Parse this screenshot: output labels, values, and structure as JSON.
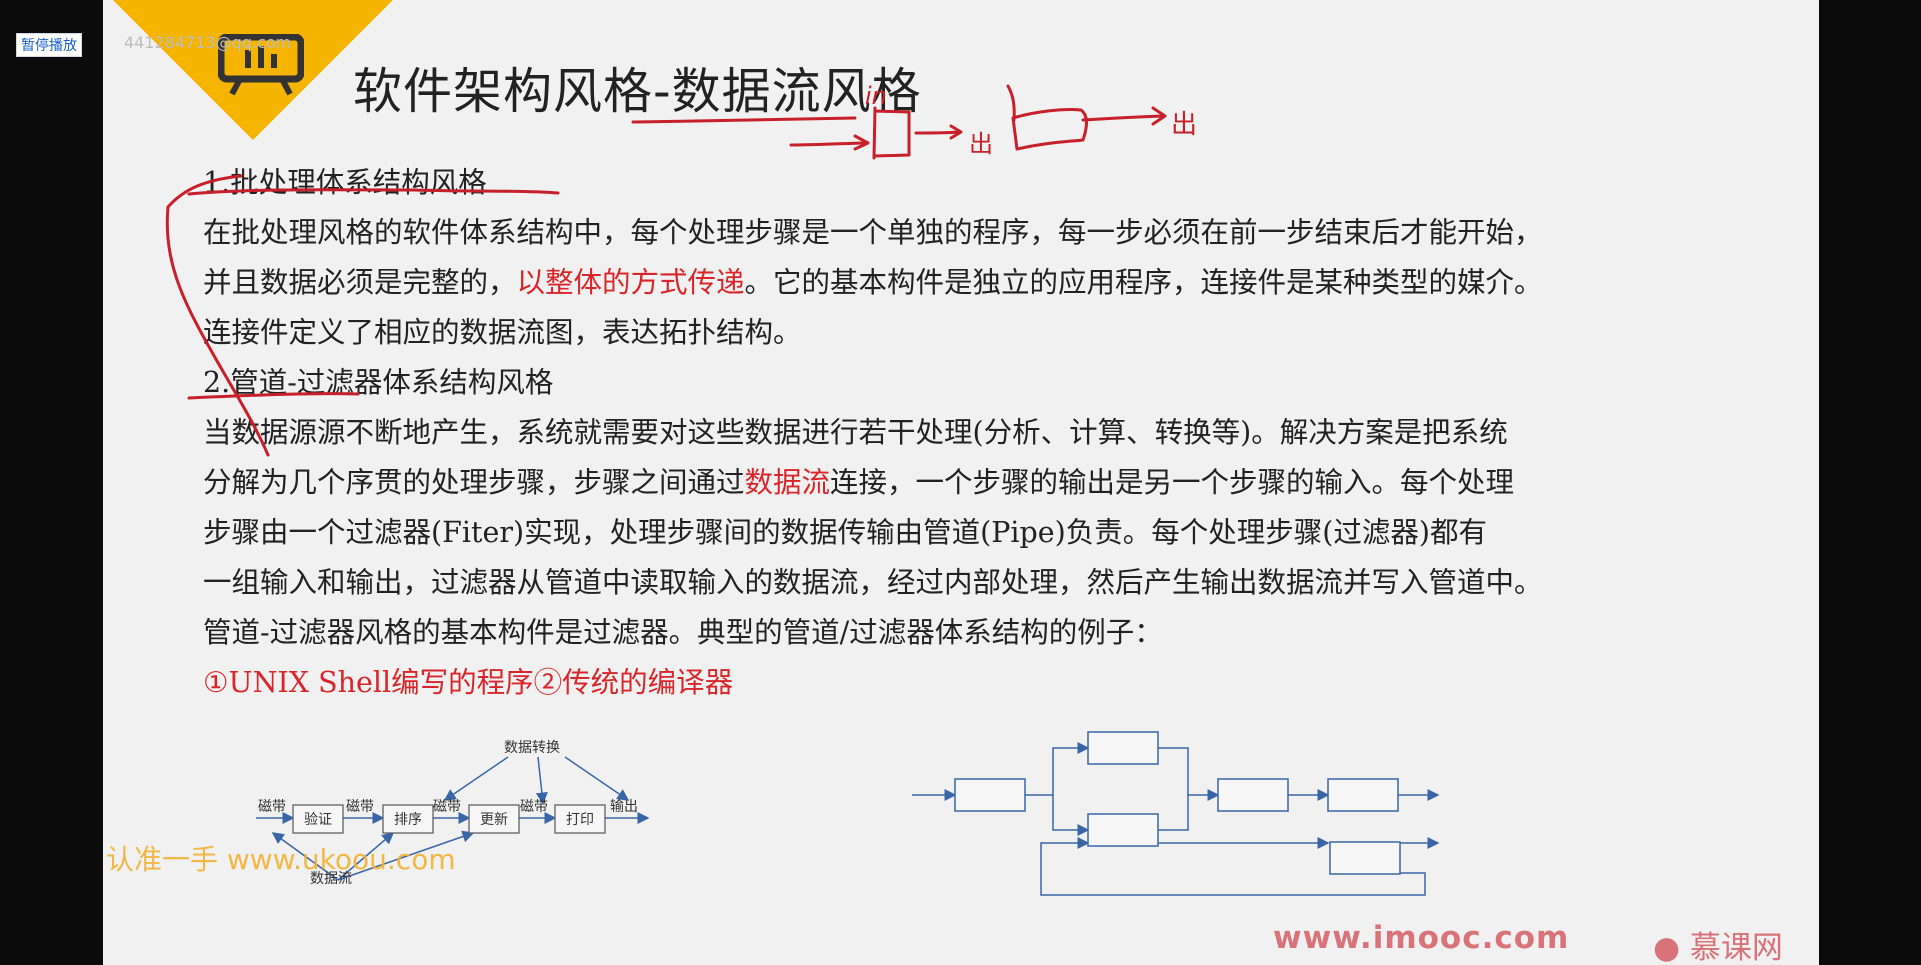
{
  "overlay": {
    "pause_label": "暂停播放",
    "qq_watermark": "441284713@qq.com"
  },
  "slide": {
    "title": "软件架构风格-数据流风格",
    "section1": {
      "heading": "1.批处理体系结构风格",
      "line1": "在批处理风格的软件体系结构中，每个处理步骤是一个单独的程序，每一步必须在前一步结束后才能开始，",
      "line2_before": "并且数据必须是完整的，",
      "line2_highlight": "以整体的方式传递",
      "line2_after": "。它的基本构件是独立的应用程序，连接件是某种类型的媒介。",
      "line3": "连接件定义了相应的数据流图，表达拓扑结构。"
    },
    "section2": {
      "heading": "2.管道-过滤器体系结构风格",
      "line1": "当数据源源不断地产生，系统就需要对这些数据进行若干处理(分析、计算、转换等)。解决方案是把系统",
      "line2_before": "分解为几个序贯的处理步骤，步骤之间通过",
      "line2_highlight": "数据流",
      "line2_after": "连接，一个步骤的输出是另一个步骤的输入。每个处理",
      "line3": "步骤由一个过滤器(Fiter)实现，处理步骤间的数据传输由管道(Pipe)负责。每个处理步骤(过滤器)都有",
      "line4": "一组输入和输出，过滤器从管道中读取输入的数据流，经过内部处理，然后产生输出数据流并写入管道中。",
      "line5": "管道-过滤器风格的基本构件是过滤器。典型的管道/过滤器体系结构的例子：",
      "examples": "①UNIX Shell编写的程序②传统的编译器"
    },
    "batch_diagram": {
      "tape_labels": [
        "磁带",
        "磁带",
        "磁带",
        "磁带"
      ],
      "boxes": [
        "验证",
        "排序",
        "更新",
        "打印"
      ],
      "output_label": "输出",
      "transform_label": "数据转换",
      "dataflow_label": "数据流"
    },
    "annotations": {
      "in_label": "in",
      "out_label1": "出",
      "out_label2": "出"
    },
    "watermarks": {
      "ukoou": "认准一手 www.ukoou.com",
      "imooc": "www.imooc.com",
      "imooc_logo": "慕课网"
    }
  },
  "colors": {
    "accent_yellow": "#f4b400",
    "highlight_red": "#d8262b",
    "diagram_blue": "#3a66a8",
    "pen_red": "#c8202a"
  }
}
